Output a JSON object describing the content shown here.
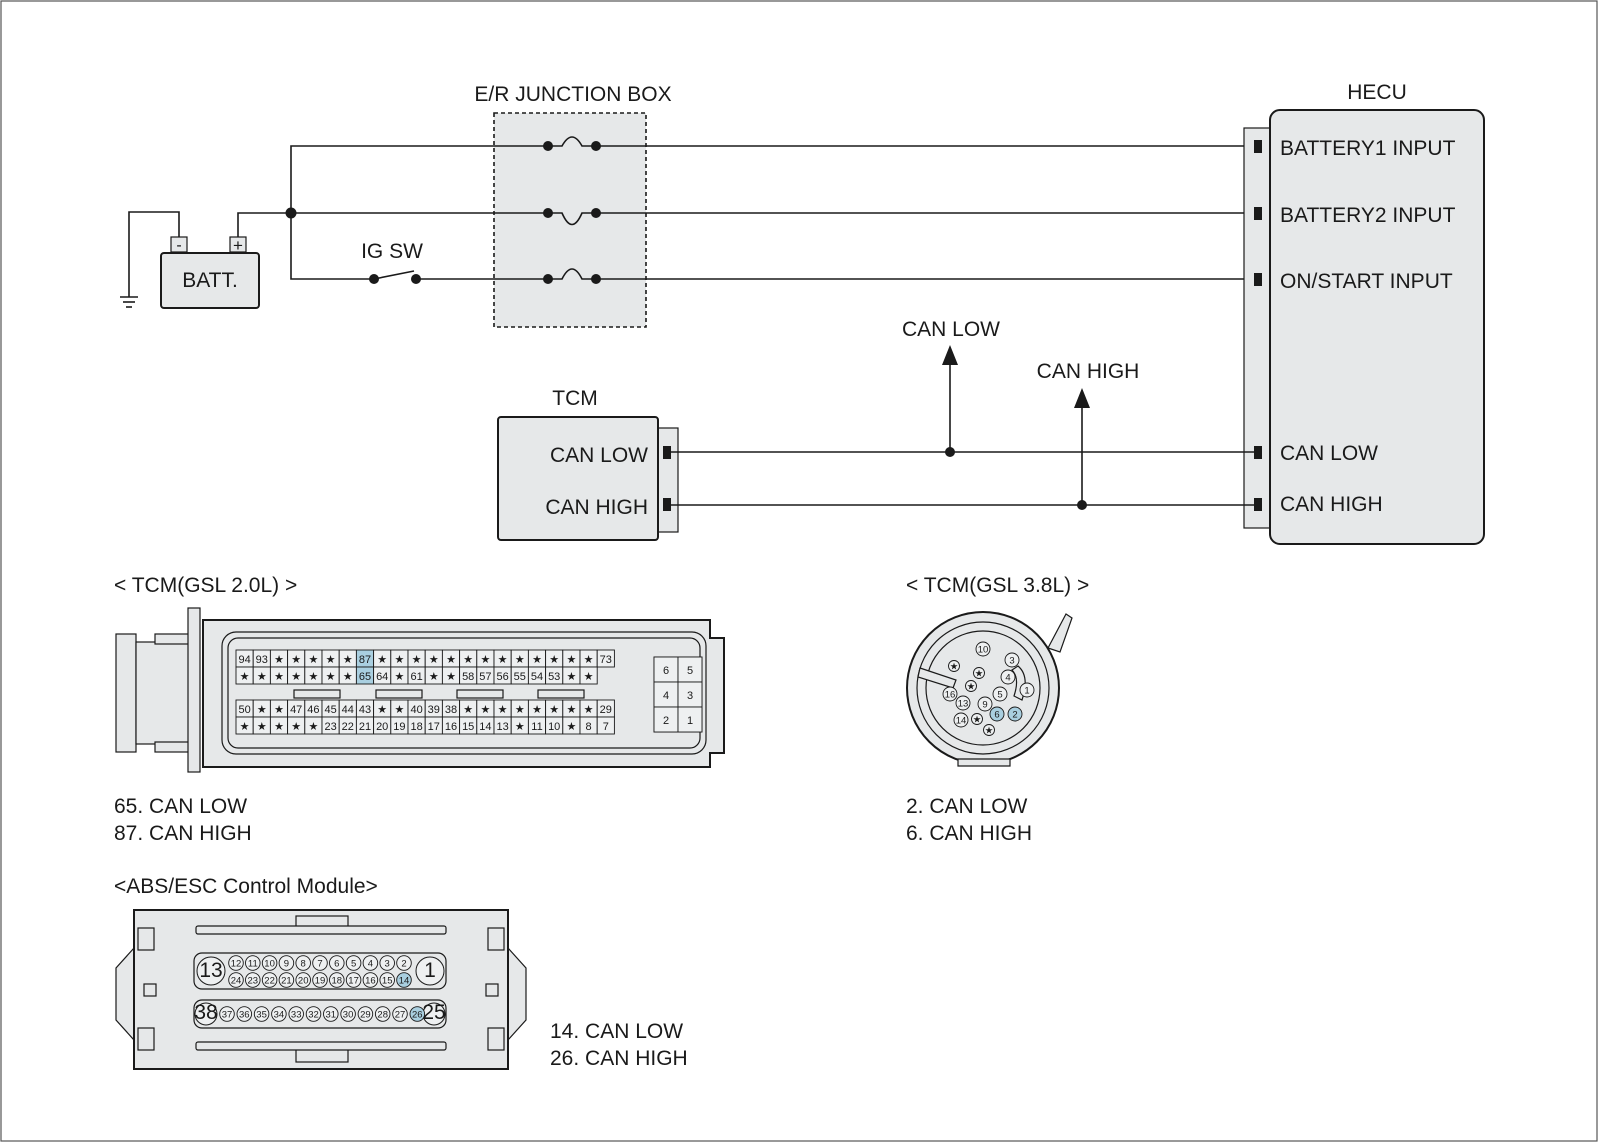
{
  "diagram": {
    "junction_box": "E/R JUNCTION BOX",
    "battery": "BATT.",
    "battery_neg": "-",
    "battery_pos": "+",
    "ig_switch": "IG SW",
    "hecu": {
      "title": "HECU",
      "pins": [
        "BATTERY1 INPUT",
        "BATTERY2 INPUT",
        "ON/START INPUT",
        "CAN LOW",
        "CAN HIGH"
      ]
    },
    "tcm": {
      "title": "TCM",
      "pins": [
        "CAN LOW",
        "CAN HIGH"
      ]
    },
    "can_low_arrow": "CAN LOW",
    "can_high_arrow": "CAN HIGH"
  },
  "connectors": {
    "tcm_20": {
      "title": "< TCM(GSL 2.0L) >",
      "legend": [
        "65. CAN LOW",
        "87. CAN HIGH"
      ],
      "row1": [
        "94",
        "93",
        "★",
        "★",
        "★",
        "★",
        "★",
        "87",
        "★",
        "★",
        "★",
        "★",
        "★",
        "★",
        "★",
        "★",
        "★",
        "★",
        "★",
        "★",
        "★",
        "73"
      ],
      "row2": [
        "★",
        "★",
        "★",
        "★",
        "★",
        "★",
        "★",
        "65",
        "64",
        "★",
        "61",
        "★",
        "★",
        "58",
        "57",
        "56",
        "55",
        "54",
        "53",
        "★",
        "★"
      ],
      "row3": [
        "50",
        "★",
        "★",
        "47",
        "46",
        "45",
        "44",
        "43",
        "★",
        "★",
        "40",
        "39",
        "38",
        "★",
        "★",
        "★",
        "★",
        "★",
        "★",
        "★",
        "★",
        "29"
      ],
      "row4": [
        "★",
        "★",
        "★",
        "★",
        "★",
        "23",
        "22",
        "21",
        "20",
        "19",
        "18",
        "17",
        "16",
        "15",
        "14",
        "13",
        "★",
        "11",
        "10",
        "★",
        "8",
        "7"
      ],
      "side": [
        "6",
        "5",
        "4",
        "3",
        "2",
        "1"
      ],
      "highlight": [
        "87",
        "65"
      ]
    },
    "tcm_38": {
      "title": "< TCM(GSL 3.8L) >",
      "legend": [
        "2. CAN LOW",
        "6. CAN HIGH"
      ],
      "pins": [
        "10",
        "3",
        "★",
        "★",
        "4",
        "★",
        "1",
        "16",
        "5",
        "13",
        "9",
        "2",
        "6",
        "★",
        "14",
        "★"
      ],
      "highlight": [
        "2",
        "6"
      ]
    },
    "abs": {
      "title": "<ABS/ESC Control Module>",
      "legend": [
        "14. CAN LOW",
        "26. CAN HIGH"
      ],
      "big": [
        "13",
        "1",
        "38",
        "25"
      ],
      "row1": [
        "12",
        "11",
        "10",
        "9",
        "8",
        "7",
        "6",
        "5",
        "4",
        "3",
        "2"
      ],
      "row2": [
        "24",
        "23",
        "22",
        "21",
        "20",
        "19",
        "18",
        "17",
        "16",
        "15",
        "14"
      ],
      "row3": [
        "37",
        "36",
        "35",
        "34",
        "33",
        "32",
        "31",
        "30",
        "29",
        "28",
        "27",
        "26"
      ],
      "highlight": [
        "14",
        "26"
      ]
    }
  }
}
